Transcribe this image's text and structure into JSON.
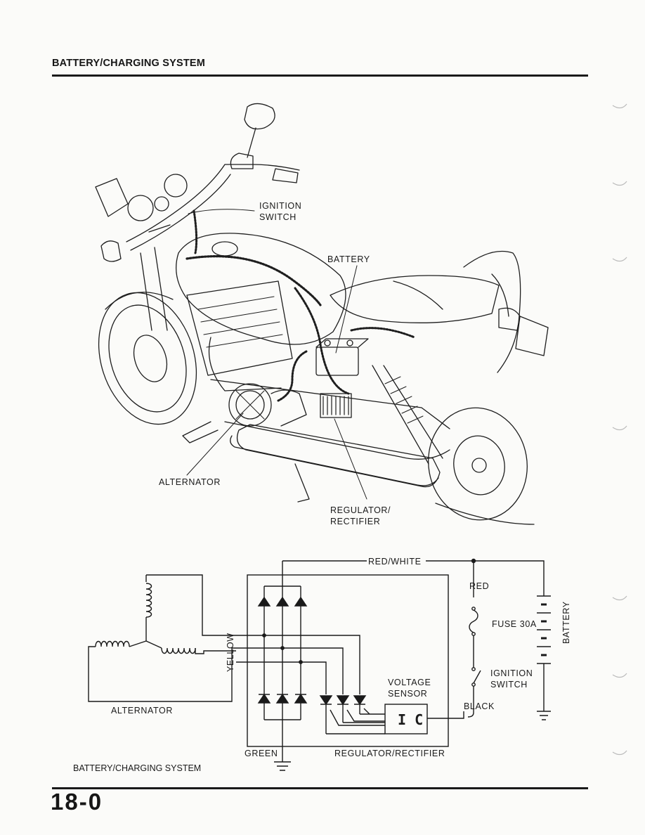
{
  "header": {
    "title": "BATTERY/CHARGING SYSTEM"
  },
  "illustration": {
    "labels": {
      "ignition_switch_line1": "IGNITION",
      "ignition_switch_line2": "SWITCH",
      "battery": "BATTERY",
      "alternator": "ALTERNATOR",
      "regulator_line1": "REGULATOR/",
      "regulator_line2": "RECTIFIER"
    }
  },
  "schematic": {
    "labels": {
      "red_white": "RED/WHITE",
      "red": "RED",
      "fuse": "FUSE 30A",
      "battery": "BATTERY",
      "yellow": "YELLOW",
      "voltage_sensor_line1": "VOLTAGE",
      "voltage_sensor_line2": "SENSOR",
      "ic": "I C",
      "ignition_switch_line1": "IGNITION",
      "ignition_switch_line2": "SWITCH",
      "black": "BLACK",
      "alternator": "ALTERNATOR",
      "green": "GREEN",
      "regulator_rectifier": "REGULATOR/RECTIFIER"
    },
    "caption": "BATTERY/CHARGING SYSTEM"
  },
  "footer": {
    "page_number": "18-0"
  }
}
